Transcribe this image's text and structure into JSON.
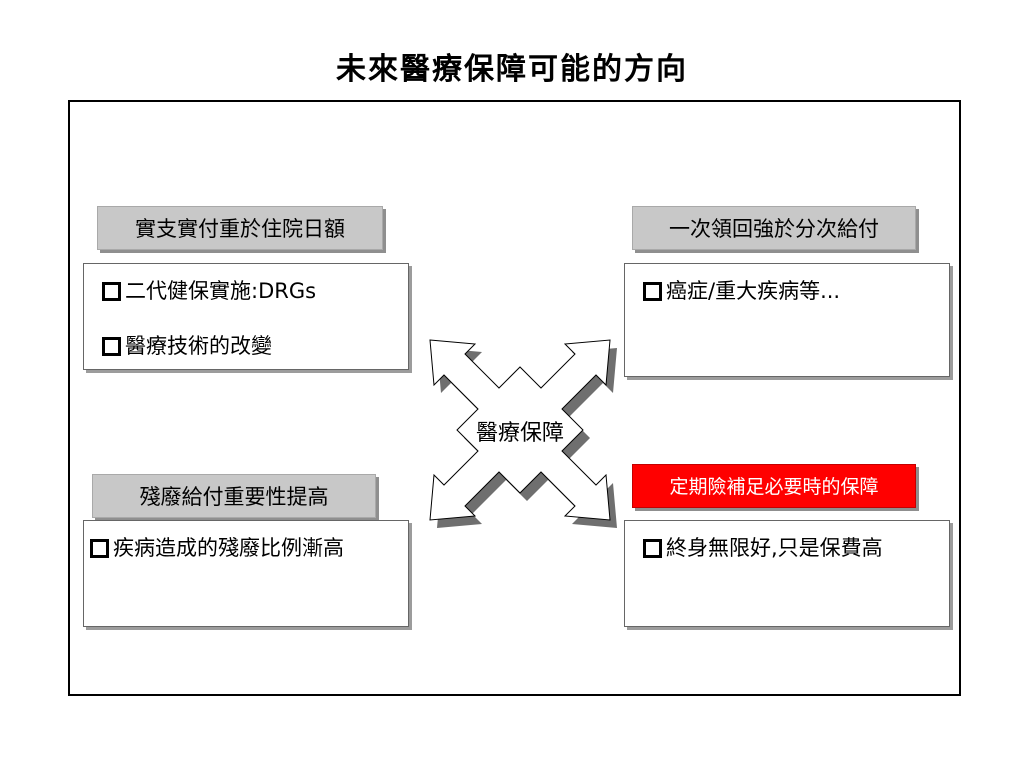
{
  "title": "未來醫療保障可能的方向",
  "center_label": "醫療保障",
  "top_left": {
    "tag": "實支實付重於住院日額",
    "items": [
      "二代健保實施:DRGs",
      "醫療技術的改變"
    ]
  },
  "top_right": {
    "tag": "一次領回強於分次給付",
    "items": [
      "癌症/重大疾病等..."
    ]
  },
  "bottom_left": {
    "tag": "殘廢給付重要性提高",
    "items": [
      "疾病造成的殘廢比例漸高"
    ]
  },
  "bottom_right": {
    "tag": "定期險補足必要時的保障",
    "items": [
      "終身無限好,只是保費高"
    ]
  },
  "colors": {
    "tag_gray": "#c8c8c8",
    "tag_red": "#ff0000"
  }
}
